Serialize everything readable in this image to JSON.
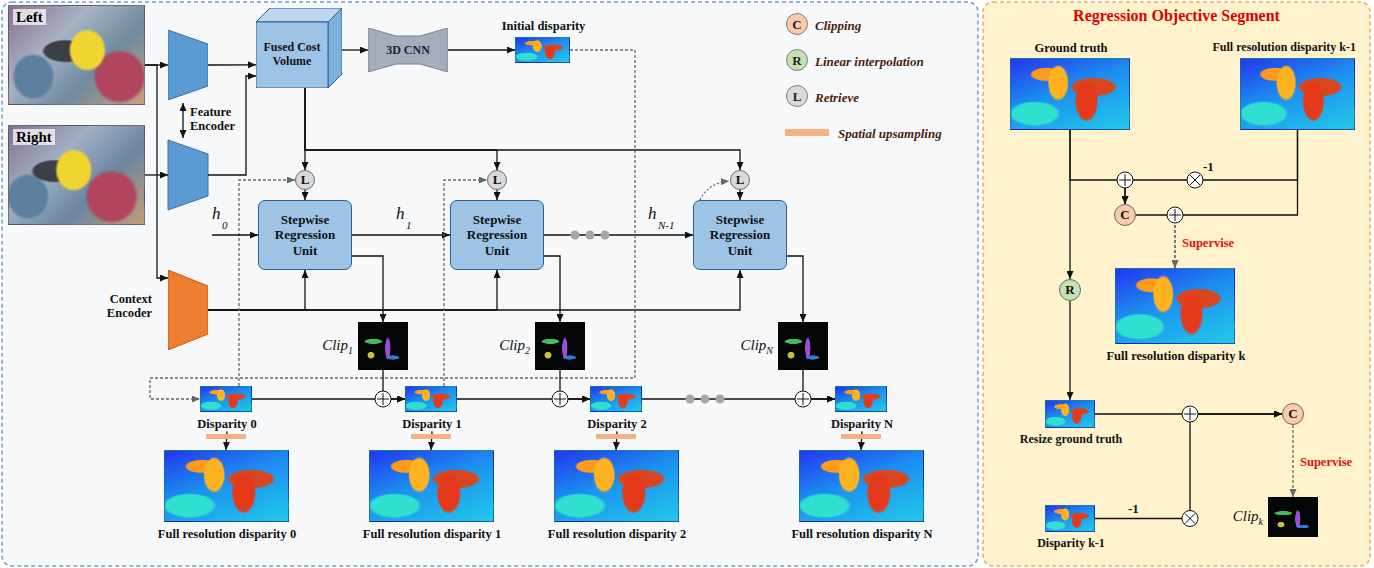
{
  "diagram": {
    "nodes": [
      {
        "text": [
          "Left"
        ]
      },
      {
        "text": [
          "Right"
        ]
      },
      {
        "text": [
          "Feature Encoder"
        ]
      },
      {
        "text": [
          "Fused Cost Volume"
        ]
      },
      {
        "text": [
          "3D CNN"
        ]
      },
      {
        "text": [
          "Initial disparity"
        ]
      },
      {
        "text": [
          "Context Encoder"
        ]
      },
      {
        "text": [
          "L"
        ]
      },
      {
        "text": [
          "L"
        ]
      },
      {
        "text": [
          "L"
        ]
      },
      {
        "text": [
          "Stepwise Regression Unit"
        ]
      },
      {
        "text": [
          "Stepwise Regression Unit"
        ]
      },
      {
        "text": [
          "Stepwise Regression Unit"
        ]
      },
      {
        "text": [
          "Clip",
          "1"
        ]
      },
      {
        "text": [
          "Clip",
          "2"
        ]
      },
      {
        "text": [
          "Clip",
          "N"
        ]
      },
      {
        "text": [
          "Disparity 0"
        ]
      },
      {
        "text": [
          "Disparity 1"
        ]
      },
      {
        "text": [
          "Disparity 2"
        ]
      },
      {
        "text": [
          "Disparity N"
        ]
      },
      {
        "text": [
          "Full resolution disparity 0"
        ]
      },
      {
        "text": [
          "Full resolution disparity 1"
        ]
      },
      {
        "text": [
          "Full resolution disparity 2"
        ]
      },
      {
        "text": [
          "Full resolution disparity N"
        ]
      },
      {
        "text": [
          "Regression Objective Segment"
        ]
      },
      {
        "text": [
          "Ground truth"
        ],
        "in": 24
      },
      {
        "text": [
          "Full resolution disparity k-1"
        ],
        "in": 24
      },
      {
        "text": [
          "C"
        ],
        "in": 24
      },
      {
        "text": [
          "Full resolution disparity k"
        ],
        "in": 24
      },
      {
        "text": [
          "R"
        ],
        "in": 24
      },
      {
        "text": [
          "Resize ground truth"
        ],
        "in": 24
      },
      {
        "text": [
          "C"
        ],
        "in": 24
      },
      {
        "text": [
          "Disparity k-1"
        ],
        "in": 24
      },
      {
        "text": [
          "Clip",
          "k"
        ],
        "in": 24
      }
    ],
    "edges": [
      {
        "from": 0,
        "to": 2,
        "arrow": "to"
      },
      {
        "from": 0,
        "to": 6,
        "arrow": "to"
      },
      {
        "from": 2,
        "to": 3,
        "arrow": "to"
      },
      {
        "from": 3,
        "to": 4,
        "arrow": "to"
      },
      {
        "from": 4,
        "to": 5,
        "arrow": "to"
      },
      {
        "from": 3,
        "to": 7,
        "arrow": "to"
      },
      {
        "from": 3,
        "to": 8,
        "arrow": "to"
      },
      {
        "from": 3,
        "to": 9,
        "arrow": "to"
      },
      {
        "from": 7,
        "to": 10,
        "arrow": "to"
      },
      {
        "from": 8,
        "to": 11,
        "arrow": "to"
      },
      {
        "from": 9,
        "to": 12,
        "arrow": "to"
      },
      {
        "from": 6,
        "to": 10,
        "arrow": "to"
      },
      {
        "from": 6,
        "to": 11,
        "arrow": "to"
      },
      {
        "from": 6,
        "to": 12,
        "arrow": "to"
      },
      {
        "from": 10,
        "to": 11,
        "arrow": "to"
      },
      {
        "from": 11,
        "to": 12,
        "arrow": "to"
      },
      {
        "from": 10,
        "to": 13,
        "arrow": "to"
      },
      {
        "from": 11,
        "to": 14,
        "arrow": "to"
      },
      {
        "from": 12,
        "to": 15,
        "arrow": "to"
      },
      {
        "from": 5,
        "to": 16,
        "arrow": "to"
      },
      {
        "from": 16,
        "to": 17,
        "arrow": "to"
      },
      {
        "from": 13,
        "to": 17,
        "arrow": "to"
      },
      {
        "from": 17,
        "to": 18,
        "arrow": "to"
      },
      {
        "from": 14,
        "to": 18,
        "arrow": "to"
      },
      {
        "from": 18,
        "to": 19,
        "arrow": "to"
      },
      {
        "from": 15,
        "to": 19,
        "arrow": "to"
      },
      {
        "from": 16,
        "to": 7,
        "arrow": "to"
      },
      {
        "from": 17,
        "to": 8,
        "arrow": "to"
      },
      {
        "from": 16,
        "to": 20,
        "arrow": "to"
      },
      {
        "from": 17,
        "to": 21,
        "arrow": "to"
      },
      {
        "from": 18,
        "to": 22,
        "arrow": "to"
      },
      {
        "from": 19,
        "to": 23,
        "arrow": "to"
      },
      {
        "from": 25,
        "to": 29,
        "arrow": "to"
      },
      {
        "from": 29,
        "to": 30,
        "arrow": "to"
      },
      {
        "from": 25,
        "to": 27,
        "arrow": "to"
      },
      {
        "from": 26,
        "to": 27,
        "arrow": "to"
      },
      {
        "from": 27,
        "to": 28,
        "label": "Supervise",
        "arrow": "to"
      },
      {
        "from": 26,
        "to": 28,
        "arrow": "to"
      },
      {
        "from": 30,
        "to": 31,
        "arrow": "to"
      },
      {
        "from": 32,
        "to": 31,
        "arrow": "to"
      },
      {
        "from": 31,
        "to": 33,
        "label": "Supervise",
        "arrow": "to"
      }
    ],
    "labels": [
      "C",
      "R",
      "L",
      "h",
      "0",
      "h",
      "1",
      "h",
      "N-1",
      "-1",
      "-1"
    ],
    "legend": [
      {
        "text": "Clipping",
        "color": "#f8cbad"
      },
      {
        "text": "Linear interpolation",
        "color": "#c5e0b4"
      },
      {
        "text": "Retrieve",
        "color": "#d9d9d9"
      },
      {
        "text": "Spatial upsampling",
        "color": "#f4b183"
      }
    ]
  }
}
